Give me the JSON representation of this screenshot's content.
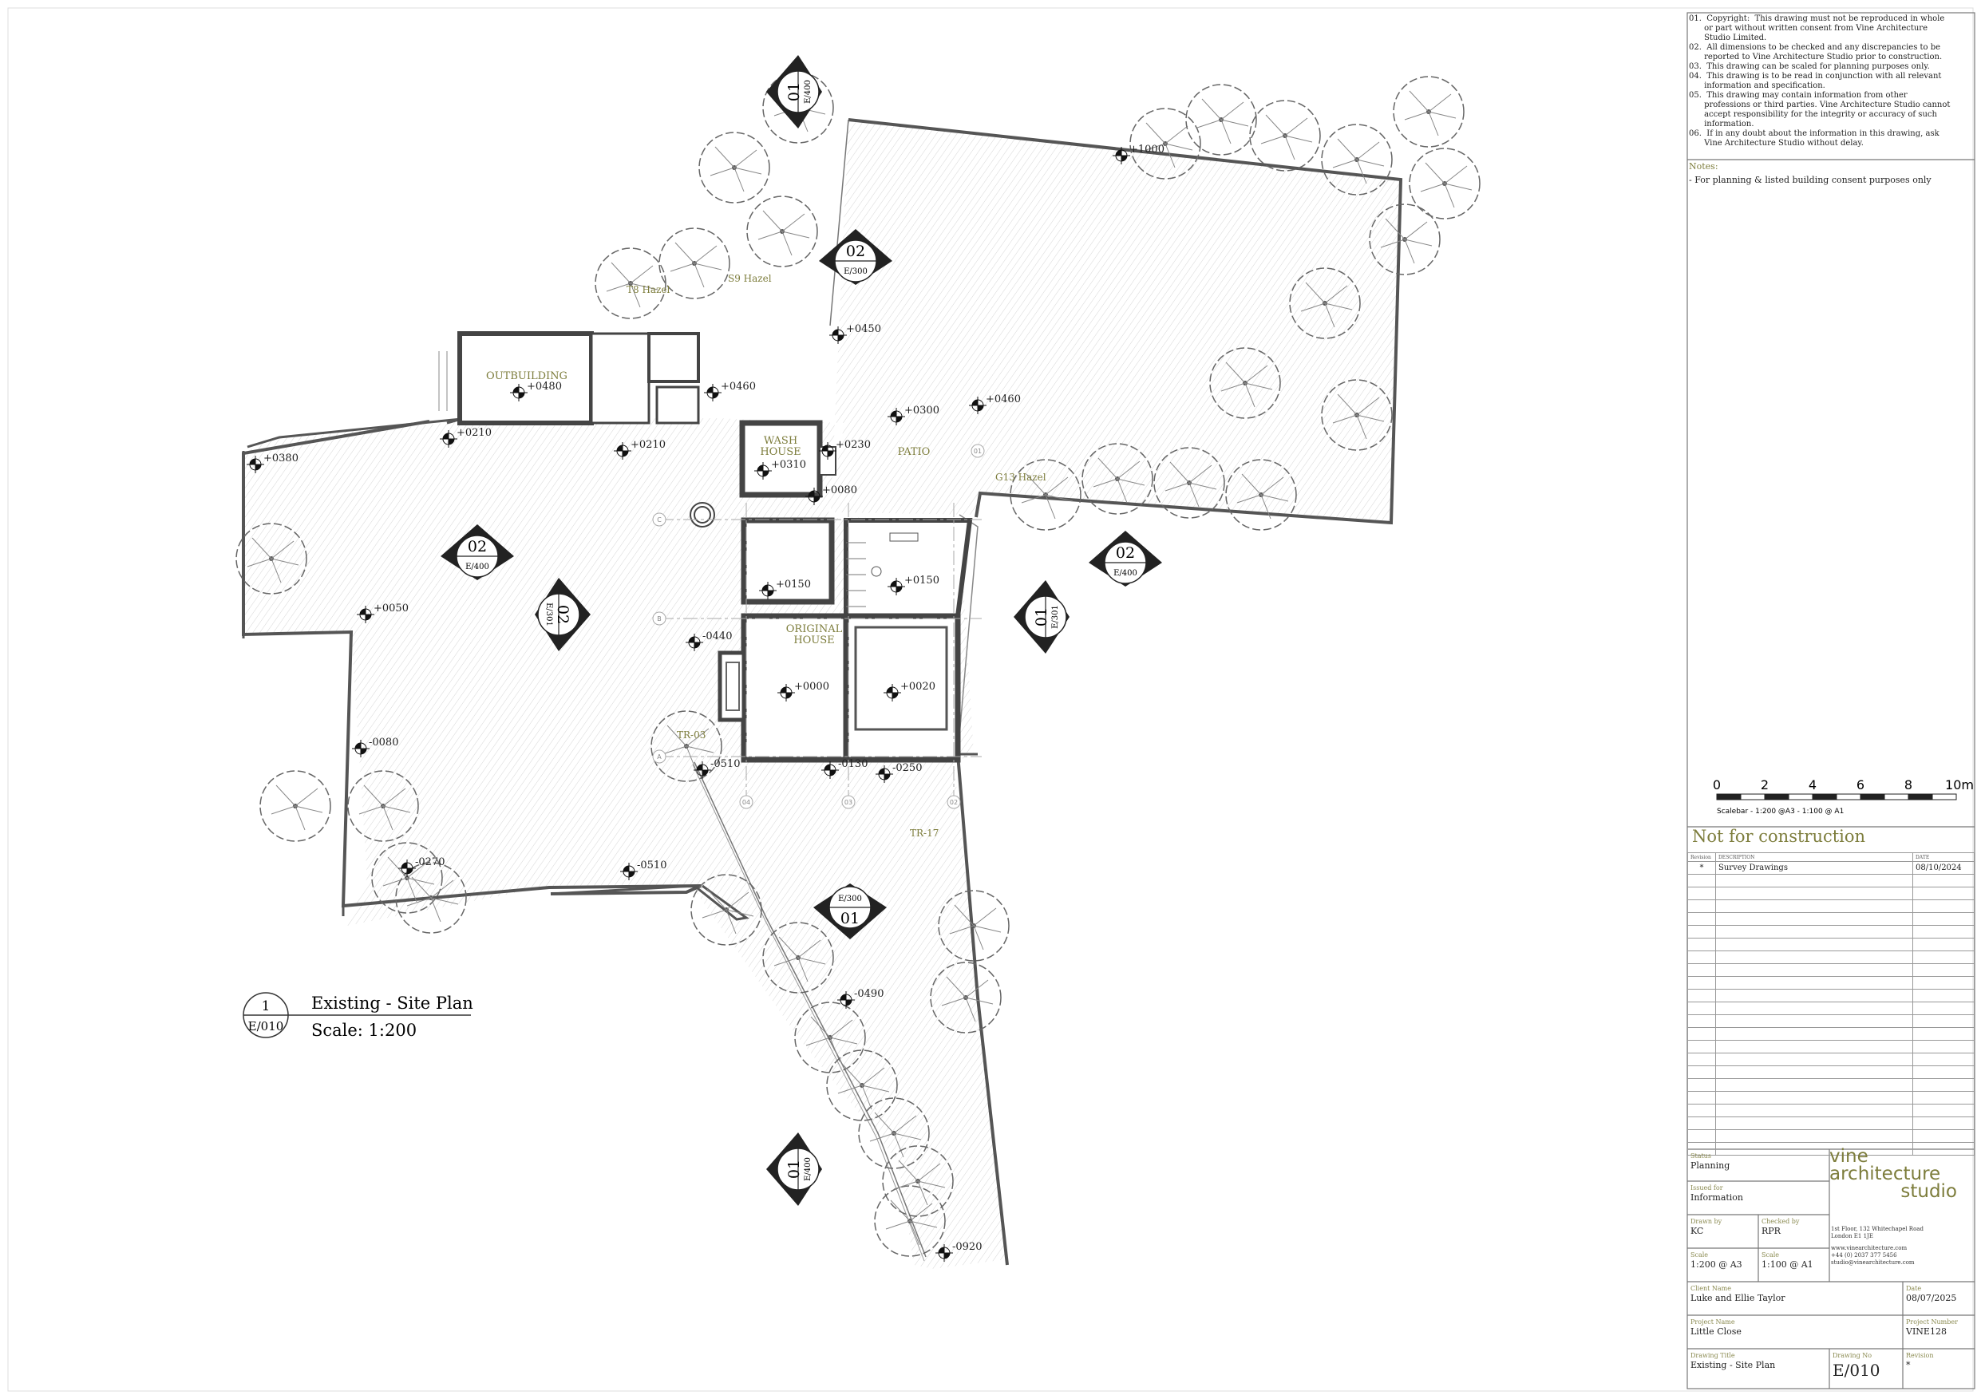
{
  "drawing": {
    "sheet_title": "Existing - Site Plan",
    "scale_text": "Scale: 1:200",
    "ref_number": "1",
    "ref_sheet": "E/010"
  },
  "rooms": {
    "outbuilding": "OUTBUILDING",
    "wash_house_1": "WASH",
    "wash_house_2": "HOUSE",
    "patio": "PATIO",
    "original_house_1": "ORIGINAL",
    "original_house_2": "HOUSE"
  },
  "trees": {
    "t8": "T8 Hazel",
    "s9": "S9 Hazel",
    "g13": "G13 Hazel",
    "tr03": "TR-03",
    "tr17": "TR-17"
  },
  "levels": [
    "+1000",
    "+0450",
    "+0460",
    "+0480",
    "+0460",
    "+0300",
    "+0210",
    "+0210",
    "+0230",
    "+0310",
    "+0380",
    "+0080",
    "+0150",
    "+0150",
    "+0050",
    "-0440",
    "+0000",
    "+0020",
    "-0080",
    "-0510",
    "-0130",
    "-0250",
    "-0270",
    "-0510",
    "-0490",
    "-0920"
  ],
  "sections": {
    "s01_top": {
      "num": "01",
      "ref": "E/400"
    },
    "s02_mid": {
      "num": "02",
      "ref": "E/300"
    },
    "s02_left": {
      "num": "02",
      "ref": "E/400"
    },
    "s02_house": {
      "num": "02",
      "ref": "E/301"
    },
    "s02_right": {
      "num": "02",
      "ref": "E/400"
    },
    "s01_right": {
      "num": "01",
      "ref": "E/301"
    },
    "s01_low": {
      "num": "01",
      "ref": "E/300"
    },
    "s01_bottom": {
      "num": "01",
      "ref": "E/400"
    }
  },
  "grid": {
    "A": "A",
    "B": "B",
    "C": "C",
    "n01": "01",
    "n02": "02",
    "n03": "03",
    "n04": "04"
  },
  "legal_notes": [
    "01.  Copyright:  This drawing must not be reproduced in whole",
    "      or part without written consent from Vine Architecture",
    "      Studio Limited.",
    "02.  All dimensions to be checked and any discrepancies to be",
    "      reported to Vine Architecture Studio prior to construction.",
    "03.  This drawing can be scaled for planning purposes only.",
    "04.  This drawing is to be read in conjunction with all relevant",
    "      information and specification.",
    "05.  This drawing may contain information from other",
    "      professions or third parties. Vine Architecture Studio cannot",
    "      accept responsibility for the integrity or accuracy of such",
    "      information.",
    "06.  If in any doubt about the information in this drawing, ask",
    "      Vine Architecture Studio without delay."
  ],
  "notes": {
    "heading": "Notes:",
    "text": "- For planning & listed building consent purposes only"
  },
  "scalebar": {
    "ticks": [
      "0",
      "2",
      "4",
      "6",
      "8",
      "10m"
    ],
    "caption": "Scalebar - 1:200 @A3 - 1:100 @ A1"
  },
  "status_banner": "Not for construction",
  "revisions": {
    "headers": [
      "Revision",
      "DESCRIPTION",
      "DATE"
    ],
    "rows": [
      {
        "rev": "*",
        "desc": "Survey Drawings",
        "date": "08/10/2024"
      }
    ]
  },
  "title_block": {
    "status_label": "Status",
    "status": "Planning",
    "issued_label": "Issued for",
    "issued": "Information",
    "drawn_label": "Drawn by",
    "drawn": "KC",
    "checked_label": "Checked by",
    "checked": "RPR",
    "scale_label": "Scale",
    "scale_a3": "1:200 @ A3",
    "scale_label2": "Scale",
    "scale_a1": "1:100 @ A1",
    "client_label": "Client Name",
    "client": "Luke and Ellie Taylor",
    "date_label": "Date",
    "date": "08/07/2025",
    "project_label": "Project Name",
    "project": "Little Close",
    "projnum_label": "Project Number",
    "projnum": "VINE128",
    "title_label": "Drawing Title",
    "title": "Existing - Site Plan",
    "drawno_label": "Drawing No",
    "drawno": "E/010",
    "rev_label": "Revision",
    "rev": "*"
  },
  "company": {
    "line1": "vine",
    "line2": "architecture",
    "line3": "studio",
    "address1": "1st Floor, 132 Whitechapel Road",
    "address2": "London E1 1JE",
    "web": "www.vinearchitecture.com",
    "phone": "+44 (0) 2037 377 5456",
    "email": "studio@vinearchitecture.com"
  }
}
